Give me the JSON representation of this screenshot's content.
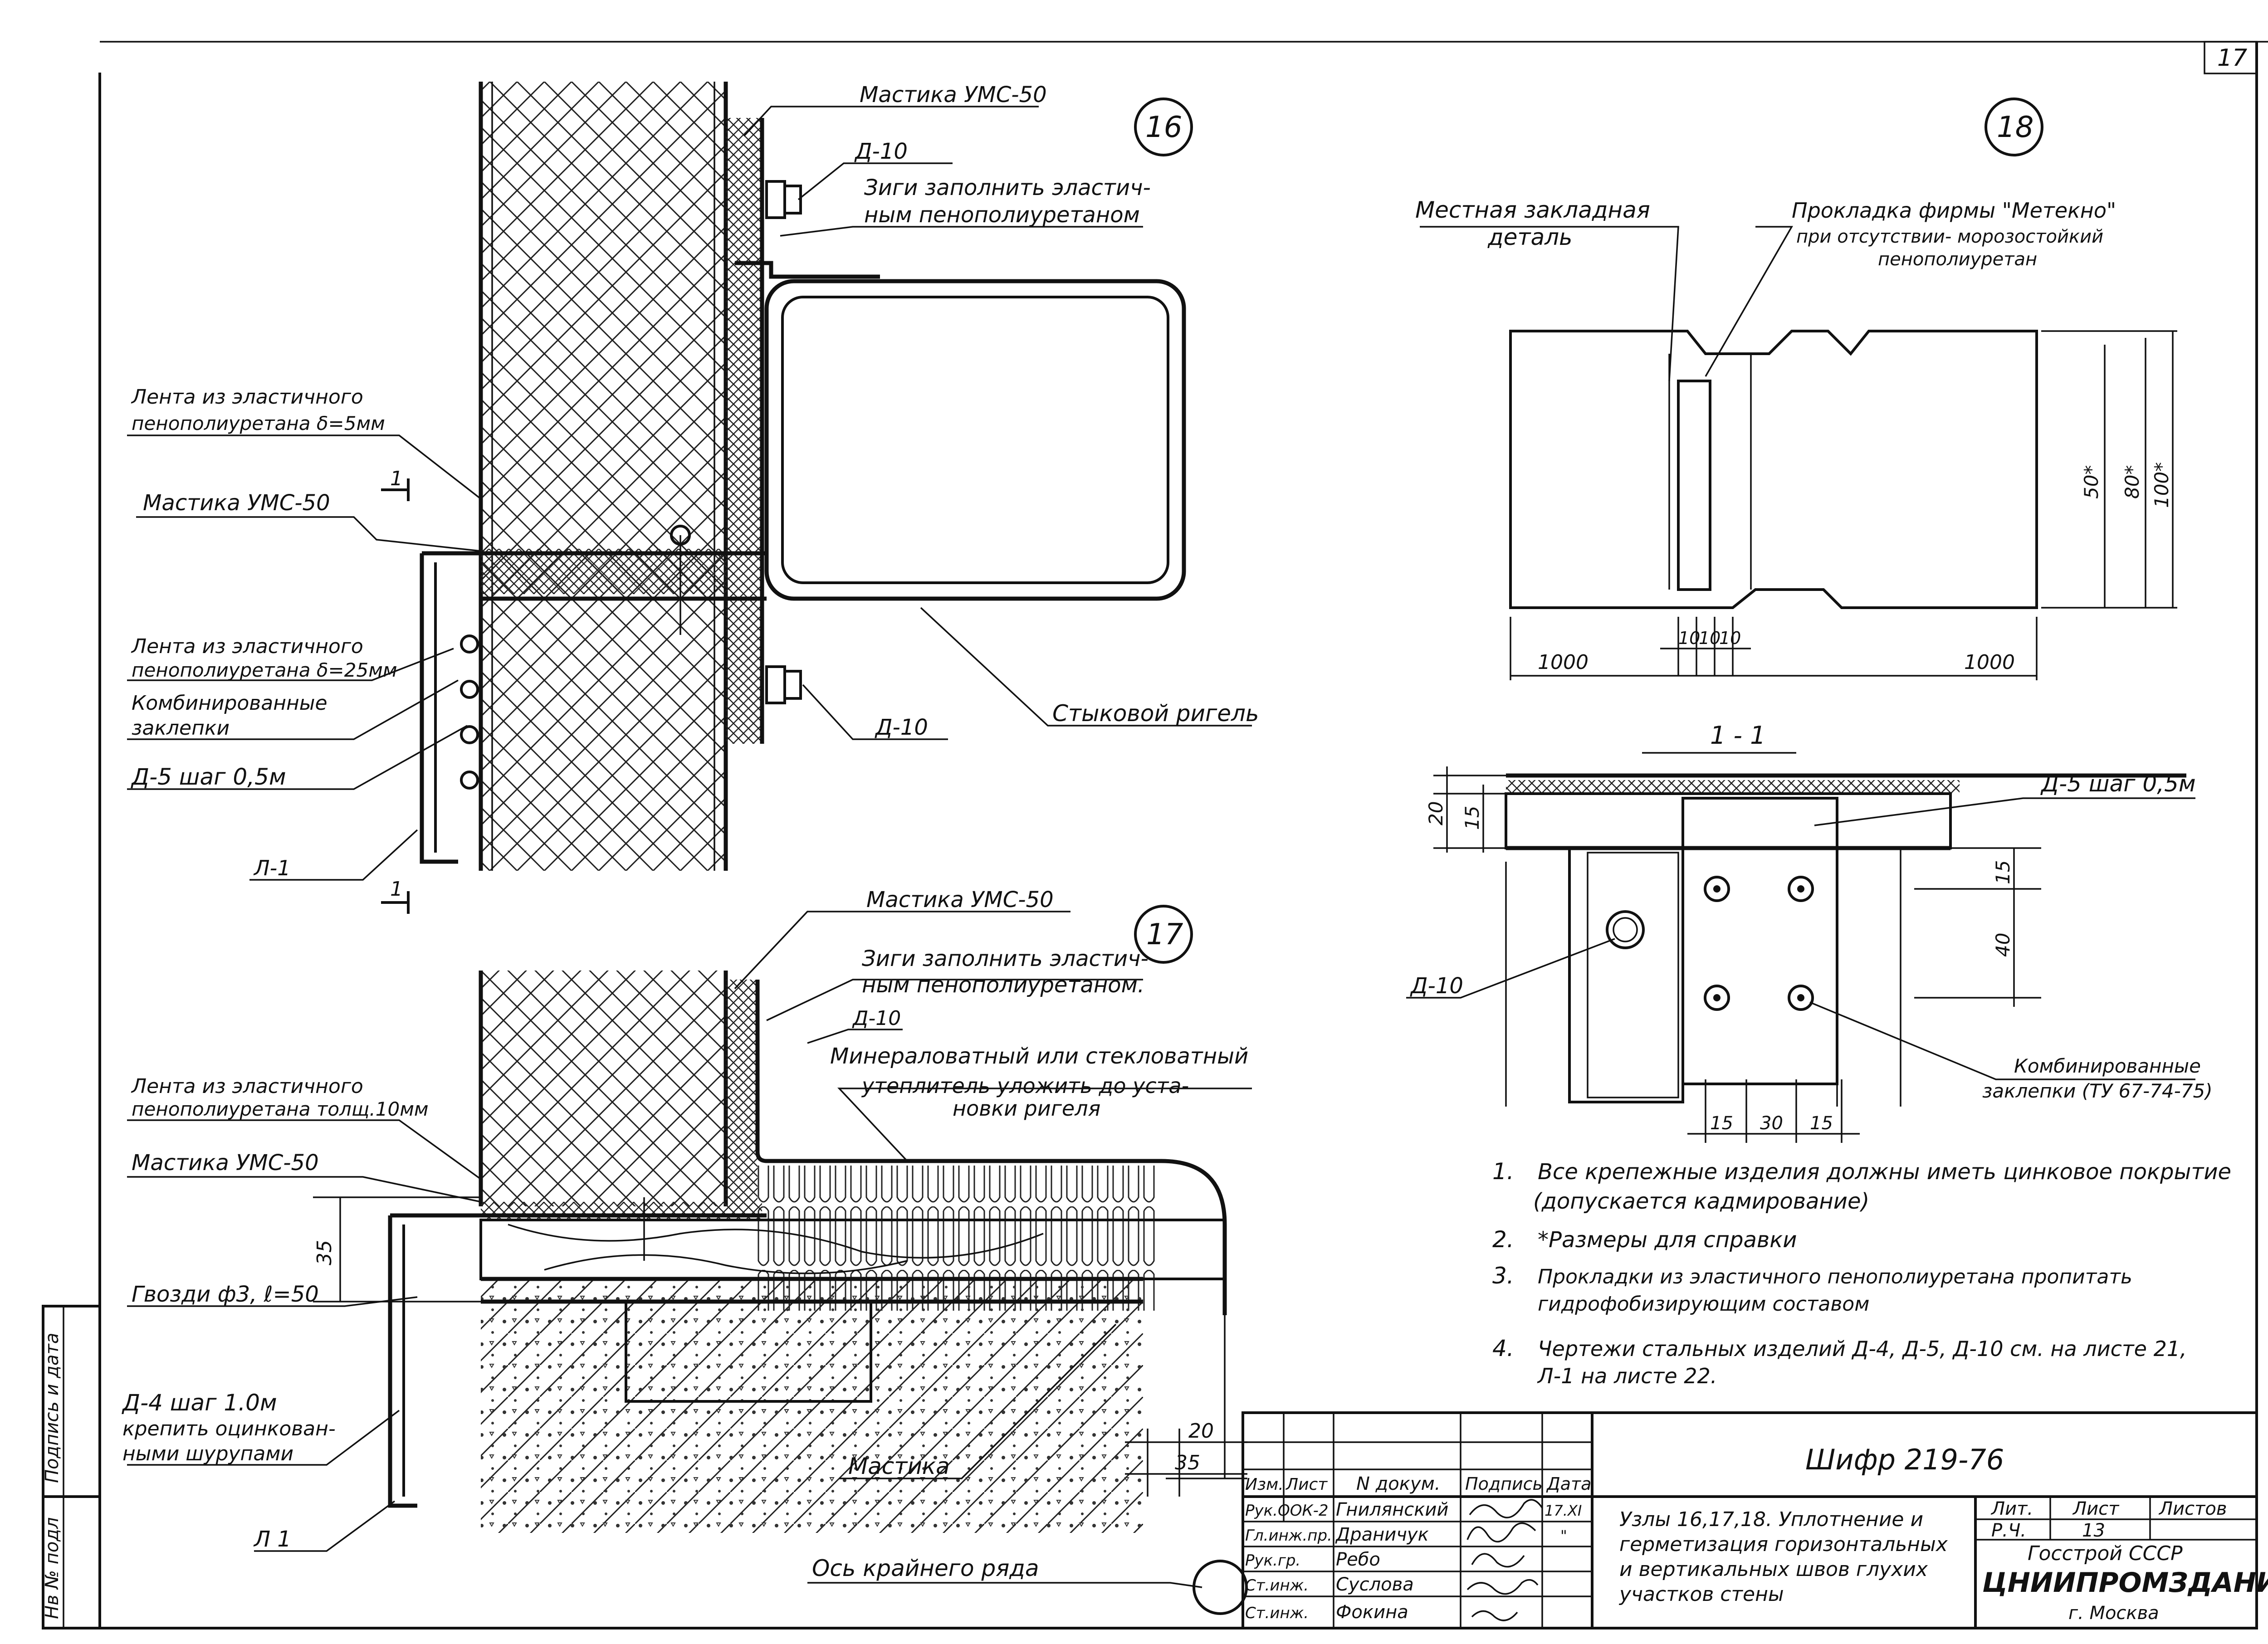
{
  "page_number": "17",
  "nodes": {
    "n16": "16",
    "n17": "17",
    "n18": "18"
  },
  "labels_16": {
    "mastic_top": "Мастика УМС-50",
    "d10_top": "Д-10",
    "seal_line1": "Зиги заполнить эластич-",
    "seal_line2": "ным пенополиуретаном",
    "tape1_line1": "Лента из эластичного",
    "tape1_line2": "пенополиуретана δ=5мм",
    "mastic_left": "Мастика УМС-50",
    "section_mark": "1",
    "tape2_line1": "Лента из эластичного",
    "tape2_line2": "пенополиуретана δ=25мм",
    "rivets_line1": "Комбинированные",
    "rivets_line2": "заклепки",
    "d5": "Д-5 шаг 0,5м",
    "l1": "Л-1",
    "d10_bottom": "Д-10",
    "beam": "Стыковой ригель"
  },
  "labels_17": {
    "mastic_top": "Мастика УМС-50",
    "seal_line1": "Зиги заполнить эластич-",
    "seal_line2": "ным пенополиуретаном.",
    "d10": "Д-10",
    "insul_line1": "Минераловатный или стекловатный",
    "insul_line2": "утеплитель уложить до уста-",
    "insul_line3": "новки ригеля",
    "tape_line1": "Лента из эластичного",
    "tape_line2": "пенополиуретана толщ.10мм",
    "mastic_left": "Мастика УМС-50",
    "dim35": "35",
    "nails": "Гвозди ф3, ℓ=50",
    "d4_line1": "Д-4 шаг 1.0м",
    "d4_line2": "крепить оцинкован-",
    "d4_line3": "ными шурупами",
    "l1": "Л 1",
    "mastic": "Мастика",
    "dim20": "20",
    "dim35b": "35",
    "axis": "Ось крайнего ряда"
  },
  "labels_18": {
    "embed_line1": "Местная закладная",
    "embed_line2": "деталь",
    "gasket_line1": "Прокладка фирмы \"Метекно\"",
    "gasket_line2": "при отсутствии- морозостойкий",
    "gasket_line3": "пенополиуретан",
    "dim50": "50*",
    "dim80": "80*",
    "dim100": "100*",
    "dim10a": "10",
    "dim10b": "10",
    "dim10c": "10",
    "dim1000a": "1000",
    "dim1000b": "1000"
  },
  "labels_section": {
    "title": "1 - 1",
    "d5": "Д-5 шаг 0,5м",
    "dim20": "20",
    "dim15": "15",
    "dim15b": "15",
    "dim40": "40",
    "d10": "Д-10",
    "rivets_line1": "Комбинированные",
    "rivets_line2": "заклепки (ТУ 67-74-75)",
    "dim15c": "15",
    "dim30": "30",
    "dim15d": "15"
  },
  "notes": [
    {
      "num": "1.",
      "lines": [
        "Все крепежные изделия должны иметь цинковое покрытие",
        "(допускается кадмирование)"
      ]
    },
    {
      "num": "2.",
      "lines": [
        "*Размеры для справки"
      ]
    },
    {
      "num": "3.",
      "lines": [
        "Прокладки из эластичного пенополиуретана пропитать",
        "гидрофобизирующим составом"
      ]
    },
    {
      "num": "4.",
      "lines": [
        "Чертежи стальных изделий Д-4, Д-5, Д-10 см. на листе 21,",
        "Л-1 на листе 22."
      ]
    }
  ],
  "title_block": {
    "code": "Шифр 219-76",
    "hdr_izm": "Изм.",
    "hdr_list": "Лист",
    "hdr_doc": "N докум.",
    "hdr_sign": "Подпись",
    "hdr_date": "Дата",
    "rows": [
      {
        "role": "Рук.ООК-2",
        "name": "Гнилянский",
        "date": "17.XI"
      },
      {
        "role": "Гл.инж.пр.",
        "name": "Драничук",
        "date": "\""
      },
      {
        "role": "Рук.гр.",
        "name": "Ребо",
        "date": ""
      },
      {
        "role": "Ст.инж.",
        "name": "Суслова",
        "date": ""
      },
      {
        "role": "Ст.инж.",
        "name": "Фокина",
        "date": ""
      }
    ],
    "desc_line1": "Узлы 16,17,18. Уплотнение и",
    "desc_line2": "герметизация горизонтальных",
    "desc_line3": "и вертикальных швов глухих",
    "desc_line4": "участков стены",
    "lit_hdr": "Лит.",
    "sheet_hdr": "Лист",
    "sheets_hdr": "Листов",
    "lit": "Р.Ч.",
    "sheet": "13",
    "org1": "Госстрой СССР",
    "org2": "ЦНИИПРОМЗДАНИЙ",
    "org3": "г. Москва"
  },
  "side_stamp": {
    "inv": "Нв № подл",
    "sign": "Подпись и дата"
  }
}
